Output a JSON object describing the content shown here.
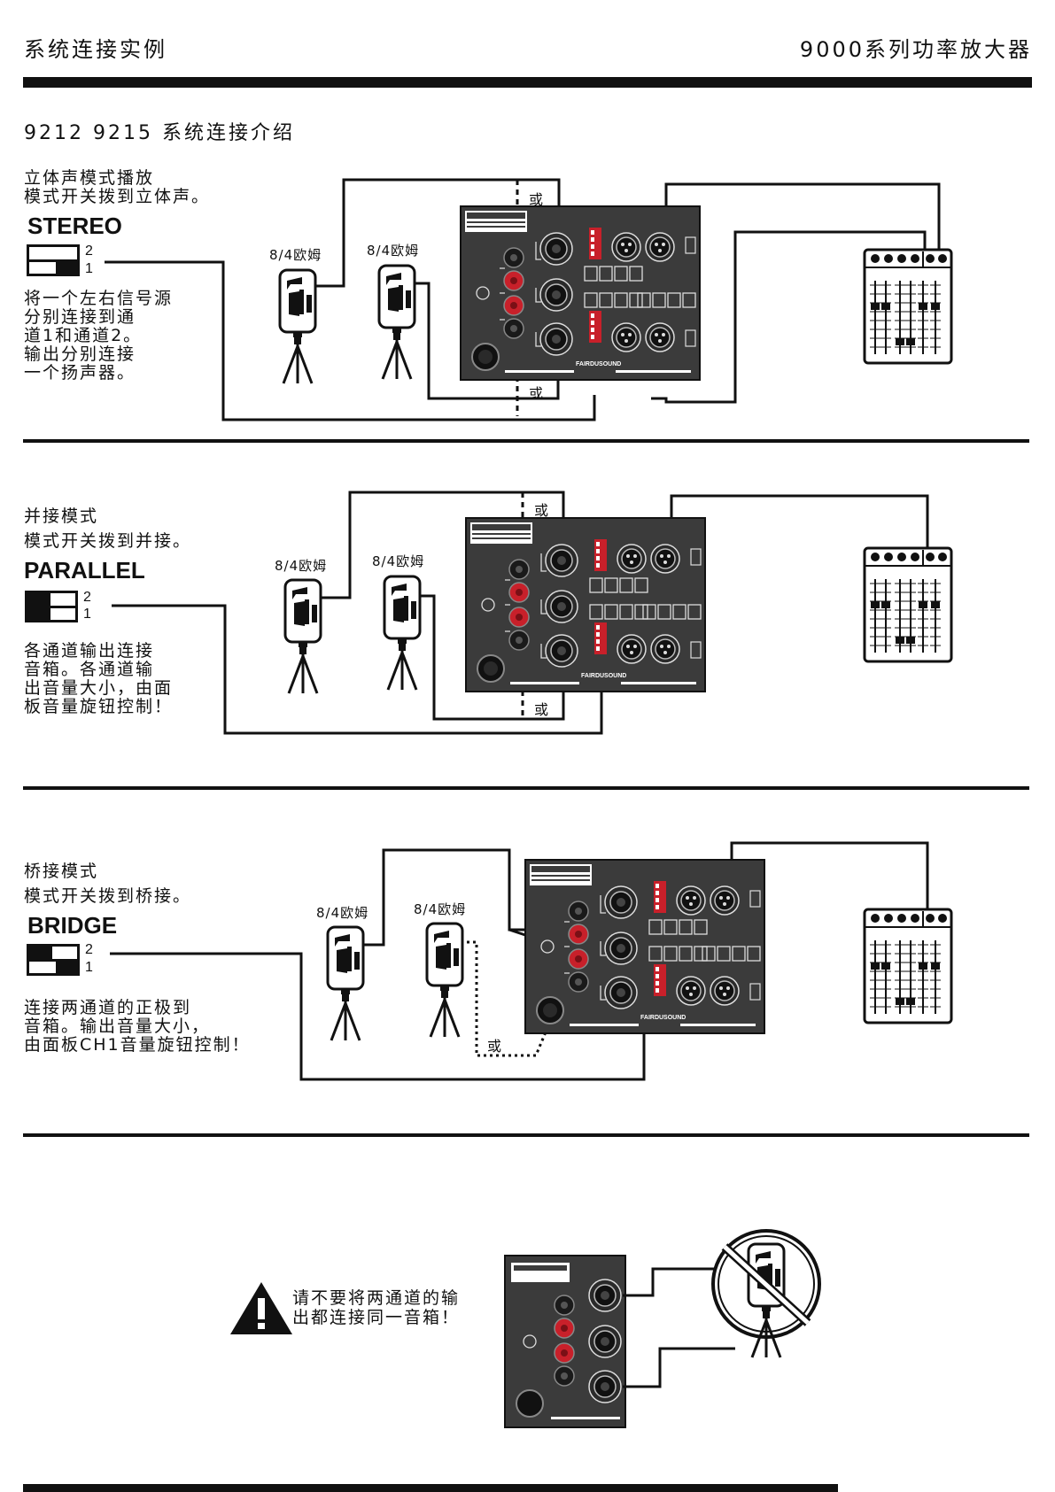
{
  "header": {
    "left": "系统连接实例",
    "right": "9000系列功率放大器"
  },
  "intro_title": "9212 9215 系统连接介绍",
  "sections": [
    {
      "caption": "立体声模式播放\n模式开关拨到立体声。",
      "mode": "STEREO",
      "switch_top": "2",
      "switch_bottom": "1",
      "desc": "将一个左右信号源\n分别连接到通\n道1和通道2。\n输出分别连接\n一个扬声器。",
      "ohm_a": "8/4欧姆",
      "ohm_b": "8/4欧姆",
      "or_top": "或",
      "or_bottom": "或"
    },
    {
      "caption": "并接模式\n模式开关拨到并接。",
      "mode": "PARALLEL",
      "switch_top": "2",
      "switch_bottom": "1",
      "desc": "各通道输出连接\n音箱。各通道输\n出音量大小，由面\n板音量旋钮控制！",
      "ohm_a": "8/4欧姆",
      "ohm_b": "8/4欧姆",
      "or_top": "或",
      "or_bottom": "或"
    },
    {
      "caption": "桥接模式\n模式开关拨到桥接。",
      "mode": "BRIDGE",
      "switch_top": "2",
      "switch_bottom": "1",
      "desc": "连接两通道的正极到\n音箱。输出音量大小，\n由面板CH1音量旋钮控制！",
      "ohm_a": "8/4欧姆",
      "ohm_b": "8/4欧姆",
      "or_top": "或"
    }
  ],
  "warning": "请不要将两通道的输\n出都连接同一音箱！",
  "amp_brand": "FAIRDUSOUND",
  "colors": {
    "panel": "#3b3b3b",
    "connector_red": "#c8202a",
    "ink": "#111111"
  }
}
